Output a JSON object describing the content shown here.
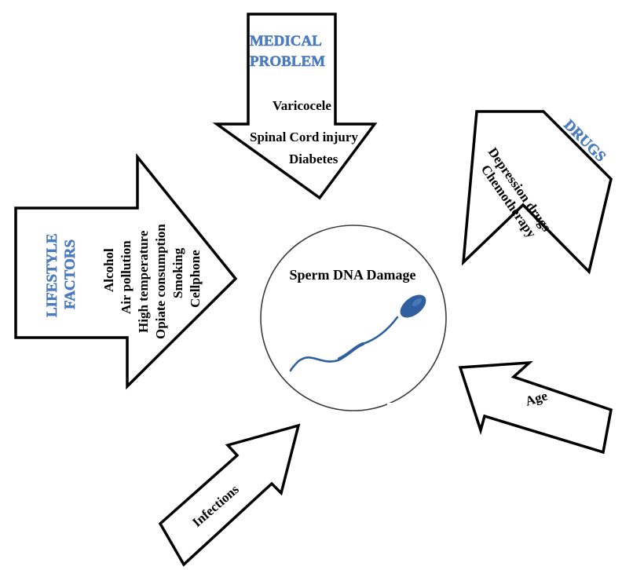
{
  "diagram": {
    "center": {
      "title": "Sperm DNA Damage"
    },
    "colors": {
      "title_blue": "#4a7fc8",
      "sperm_blue": "#2f5f9e",
      "outline": "#000000"
    },
    "causes": {
      "medical": {
        "title_lines": [
          "MEDICAL",
          "PROBLEM"
        ],
        "items": [
          "Varicocele",
          "Spinal Cord injury",
          "Diabetes"
        ]
      },
      "drugs": {
        "title": "DRUGS",
        "items": [
          "Depression drugs",
          "Chemotherapy"
        ]
      },
      "lifestyle": {
        "title_lines": [
          "LIFESTYLE",
          "FACTORS"
        ],
        "items": [
          "Alcohol",
          "Air pollution",
          "High temperature",
          "Opiate consumption",
          "Smoking",
          "Cellphone"
        ]
      },
      "infections": {
        "label": "Infections"
      },
      "age": {
        "label": "Age"
      }
    }
  }
}
